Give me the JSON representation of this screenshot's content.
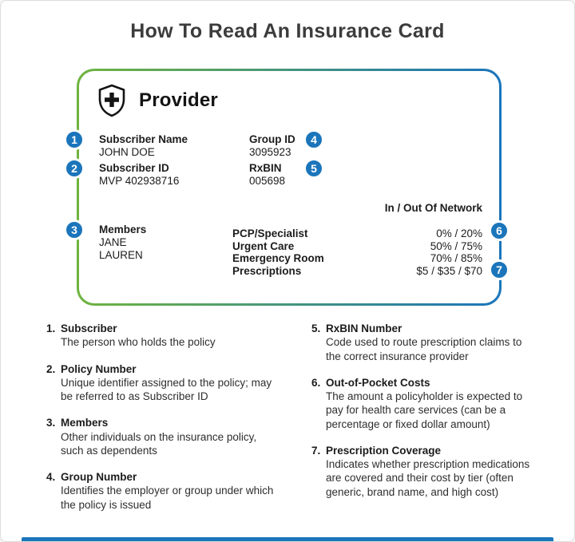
{
  "page": {
    "title": "How To Read An Insurance Card"
  },
  "card": {
    "provider": "Provider",
    "fields": {
      "subscriber_name_label": "Subscriber Name",
      "subscriber_name_value": "JOHN DOE",
      "subscriber_id_label": "Subscriber ID",
      "subscriber_id_value": "MVP 402938716",
      "group_id_label": "Group ID",
      "group_id_value": "3095923",
      "rxbin_label": "RxBIN",
      "rxbin_value": "005698",
      "members_label": "Members",
      "members_values": [
        "JANE",
        "LAUREN"
      ]
    },
    "network": {
      "header": "In / Out Of Network",
      "rows": [
        {
          "label": "PCP/Specialist",
          "value": "0% / 20%"
        },
        {
          "label": "Urgent Care",
          "value": "50% / 75%"
        },
        {
          "label": "Emergency Room",
          "value": "70% / 85%"
        },
        {
          "label": "Prescriptions",
          "value": "$5 / $35 / $70"
        }
      ]
    },
    "badges": [
      "1",
      "2",
      "3",
      "4",
      "5",
      "6",
      "7"
    ]
  },
  "legend": {
    "left": [
      {
        "num": "1.",
        "title": "Subscriber",
        "desc": "The person who holds the policy"
      },
      {
        "num": "2.",
        "title": "Policy Number",
        "desc": "Unique identifier assigned to the policy; may be referred to as Subscriber ID"
      },
      {
        "num": "3.",
        "title": "Members",
        "desc": "Other individuals on the insurance policy, such as dependents"
      },
      {
        "num": "4.",
        "title": "Group Number",
        "desc": "Identifies the employer or group under which the policy is issued"
      }
    ],
    "right": [
      {
        "num": "5.",
        "title": "RxBIN Number",
        "desc": "Code used to route prescription claims to the correct insurance provider"
      },
      {
        "num": "6.",
        "title": "Out-of-Pocket Costs",
        "desc": "The amount a policyholder is expected to pay for health care services (can be a percentage or fixed dollar amount)"
      },
      {
        "num": "7.",
        "title": "Prescription Coverage",
        "desc": "Indicates whether prescription medications are covered and their cost by tier (often generic, brand name, and high cost)"
      }
    ]
  },
  "colors": {
    "badge_blue": "#1b75bb",
    "border_green": "#6fb43f",
    "border_blue": "#1b75bb"
  }
}
